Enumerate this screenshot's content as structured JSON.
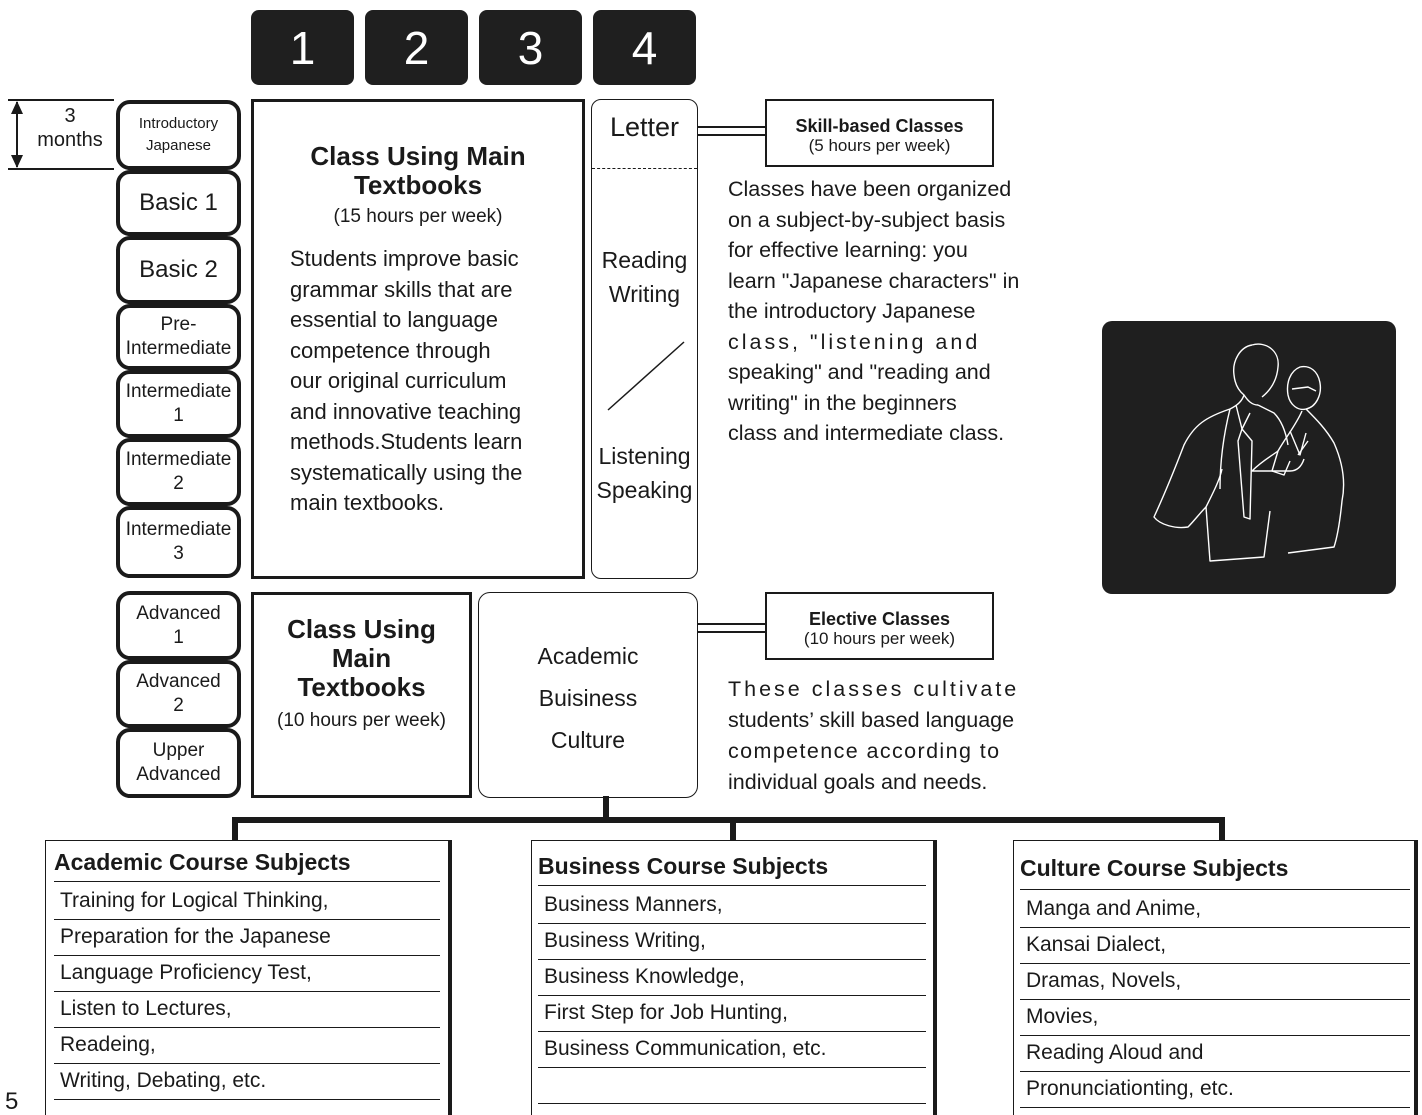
{
  "tabs": [
    "1",
    "2",
    "3",
    "4"
  ],
  "duration": {
    "value": "3",
    "unit": "months"
  },
  "levels": [
    {
      "line1": "Introductory",
      "line2": "Japanese"
    },
    {
      "line1": "Basic 1",
      "line2": ""
    },
    {
      "line1": "Basic 2",
      "line2": ""
    },
    {
      "line1": "Pre-",
      "line2": "Intermediate"
    },
    {
      "line1": "Intermediate",
      "line2": "1"
    },
    {
      "line1": "Intermediate",
      "line2": "2"
    },
    {
      "line1": "Intermediate",
      "line2": "3"
    },
    {
      "line1": "Advanced",
      "line2": "1"
    },
    {
      "line1": "Advanced",
      "line2": "2"
    },
    {
      "line1": "Upper",
      "line2": "Advanced"
    }
  ],
  "main_class": {
    "title_line1": "Class Using Main",
    "title_line2": "Textbooks",
    "hours": "(15 hours per week)",
    "body": [
      "Students improve basic",
      "grammar skills that are",
      "essential to language",
      "competence through",
      "our original curriculum",
      "and innovative teaching",
      "methods.Students learn",
      "systematically using the",
      "main textbooks."
    ]
  },
  "skills": {
    "letter": "Letter",
    "reading": "Reading",
    "writing": "Writing",
    "listening": "Listening",
    "speaking": "Speaking"
  },
  "skill_based": {
    "title": "Skill-based Classes",
    "hours": "(5 hours per week)",
    "body": [
      "Classes have been organized",
      "on a subject-by-subject basis",
      "for effective learning: you",
      "learn \"Japanese characters\" in",
      "the introductory Japanese",
      "class, \"listening and",
      "speaking\" and \"reading and",
      "writing\" in the beginners",
      "class and intermediate class."
    ]
  },
  "advanced_class": {
    "title_line1": "Class Using",
    "title_line2": "Main",
    "title_line3": "Textbooks",
    "hours": "(10 hours per week)"
  },
  "elective_box": {
    "line1": "Academic",
    "line2": "Buisiness",
    "line3": "Culture"
  },
  "elective": {
    "title": "Elective Classes",
    "hours": "(10 hours per week)",
    "body": [
      "These classes cultivate",
      "students’ skill based language",
      "competence according to",
      "individual goals and needs."
    ]
  },
  "subjects": [
    {
      "title": "Academic Course Subjects",
      "items": [
        "Training for Logical Thinking,",
        "Preparation for the Japanese",
        "Language Proficiency Test,",
        "Listen to Lectures,",
        "Readeing,",
        "Writing, Debating, etc."
      ]
    },
    {
      "title": "Business Course Subjects",
      "items": [
        "Business Manners,",
        "Business Writing,",
        "Business Knowledge,",
        "First Step for Job Hunting,",
        "Business Communication, etc.",
        ""
      ]
    },
    {
      "title": "Culture Course Subjects",
      "items": [
        "Manga and Anime,",
        "Kansai Dialect,",
        "Dramas, Novels,",
        "Movies,",
        "Reading Aloud and",
        "Pronunciationting, etc."
      ]
    }
  ],
  "page_number": "5"
}
